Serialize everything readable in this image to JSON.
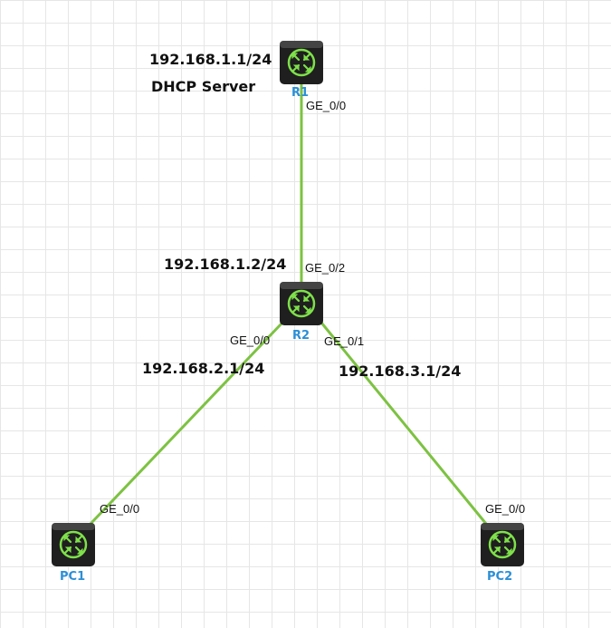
{
  "colors": {
    "link": "#7dc242",
    "device_body": "#1f1f1f",
    "device_ring": "#7ee04a",
    "device_name": "#2b8fd6"
  },
  "devices": {
    "r1": {
      "name": "R1",
      "role": "DHCP Server",
      "ip": "192.168.1.1/24",
      "port": "GE_0/0",
      "icon": "router-icon"
    },
    "r2": {
      "name": "R2",
      "ip_up": "192.168.1.2/24",
      "port_up": "GE_0/2",
      "port_left": "GE_0/0",
      "port_right": "GE_0/1",
      "ip_left": "192.168.2.1/24",
      "ip_right": "192.168.3.1/24",
      "icon": "router-icon"
    },
    "pc1": {
      "name": "PC1",
      "port": "GE_0/0",
      "icon": "router-icon"
    },
    "pc2": {
      "name": "PC2",
      "port": "GE_0/0",
      "icon": "router-icon"
    }
  }
}
